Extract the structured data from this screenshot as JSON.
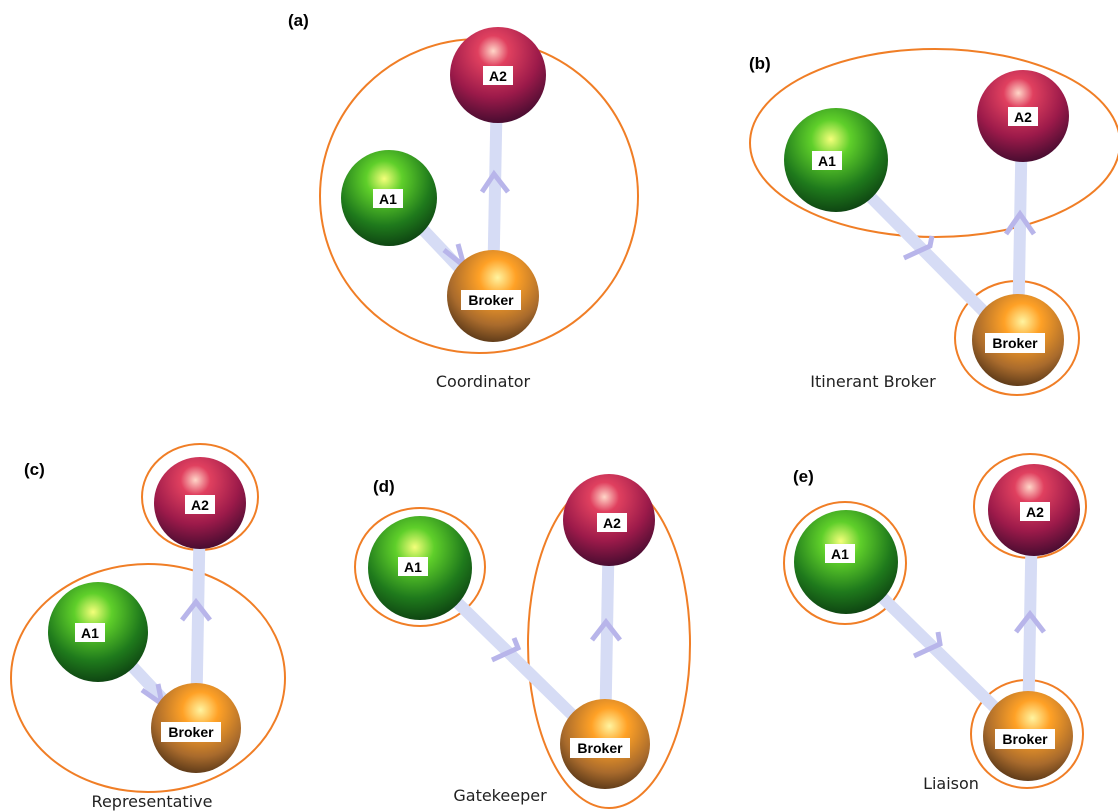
{
  "panels": [
    {
      "letter": "(a)",
      "caption": "Coordinator",
      "nodes": {
        "a1": "A1",
        "a2": "A2",
        "broker": "Broker"
      }
    },
    {
      "letter": "(b)",
      "caption": "Itinerant Broker",
      "nodes": {
        "a1": "A1",
        "a2": "A2",
        "broker": "Broker"
      }
    },
    {
      "letter": "(c)",
      "caption": "Representative",
      "nodes": {
        "a1": "A1",
        "a2": "A2",
        "broker": "Broker"
      }
    },
    {
      "letter": "(d)",
      "caption": "Gatekeeper",
      "nodes": {
        "a1": "A1",
        "a2": "A2",
        "broker": "Broker"
      }
    },
    {
      "letter": "(e)",
      "caption": "Liaison",
      "nodes": {
        "a1": "A1",
        "a2": "A2",
        "broker": "Broker"
      }
    }
  ],
  "colors": {
    "group_ring": "#f07e26",
    "edge": "#d6dcf5",
    "node_a1": "#2e8b1e",
    "node_a2": "#b5204a",
    "node_broker": "#d98a2a"
  }
}
